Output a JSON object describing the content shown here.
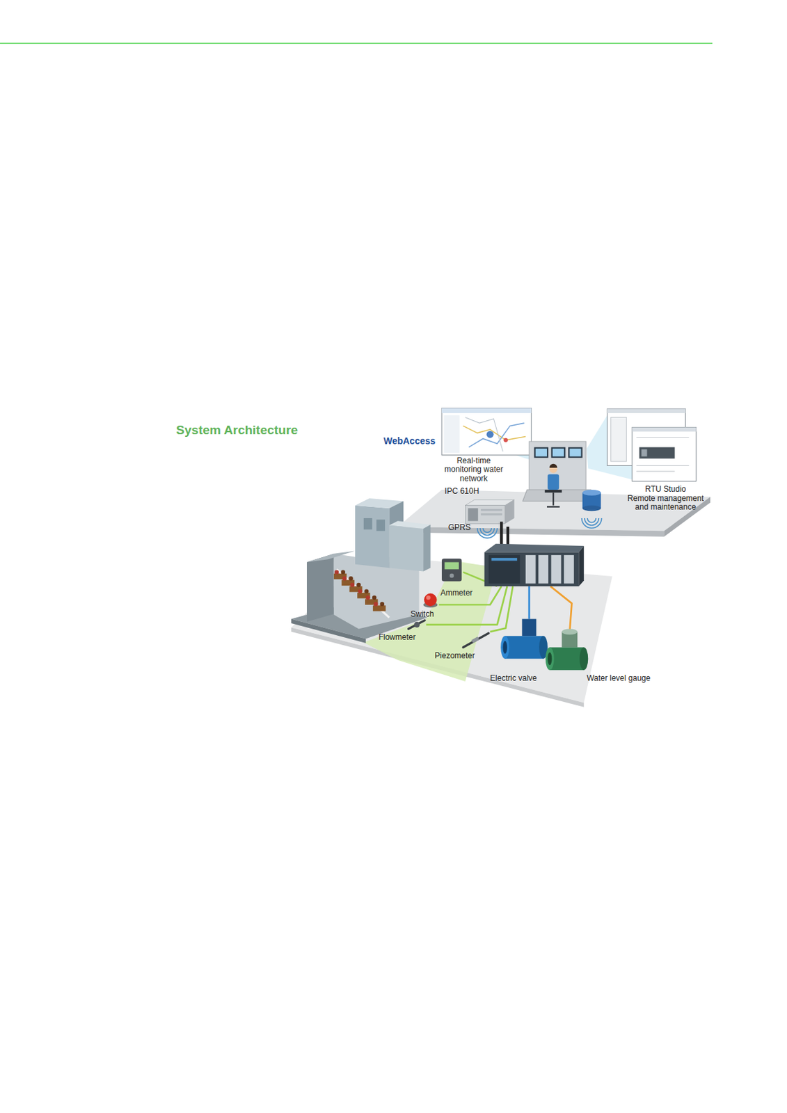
{
  "diagram": {
    "title": "System Architecture",
    "labels": [
      "WebAccess",
      "Real-time monitoring water network",
      "IPC 610H",
      "RTU Studio",
      "Remote management and maintenance",
      "GPRS",
      "Ammeter",
      "Switch",
      "Flowmeter",
      "Piezometer",
      "Electric valve",
      "Water level gauge"
    ]
  }
}
